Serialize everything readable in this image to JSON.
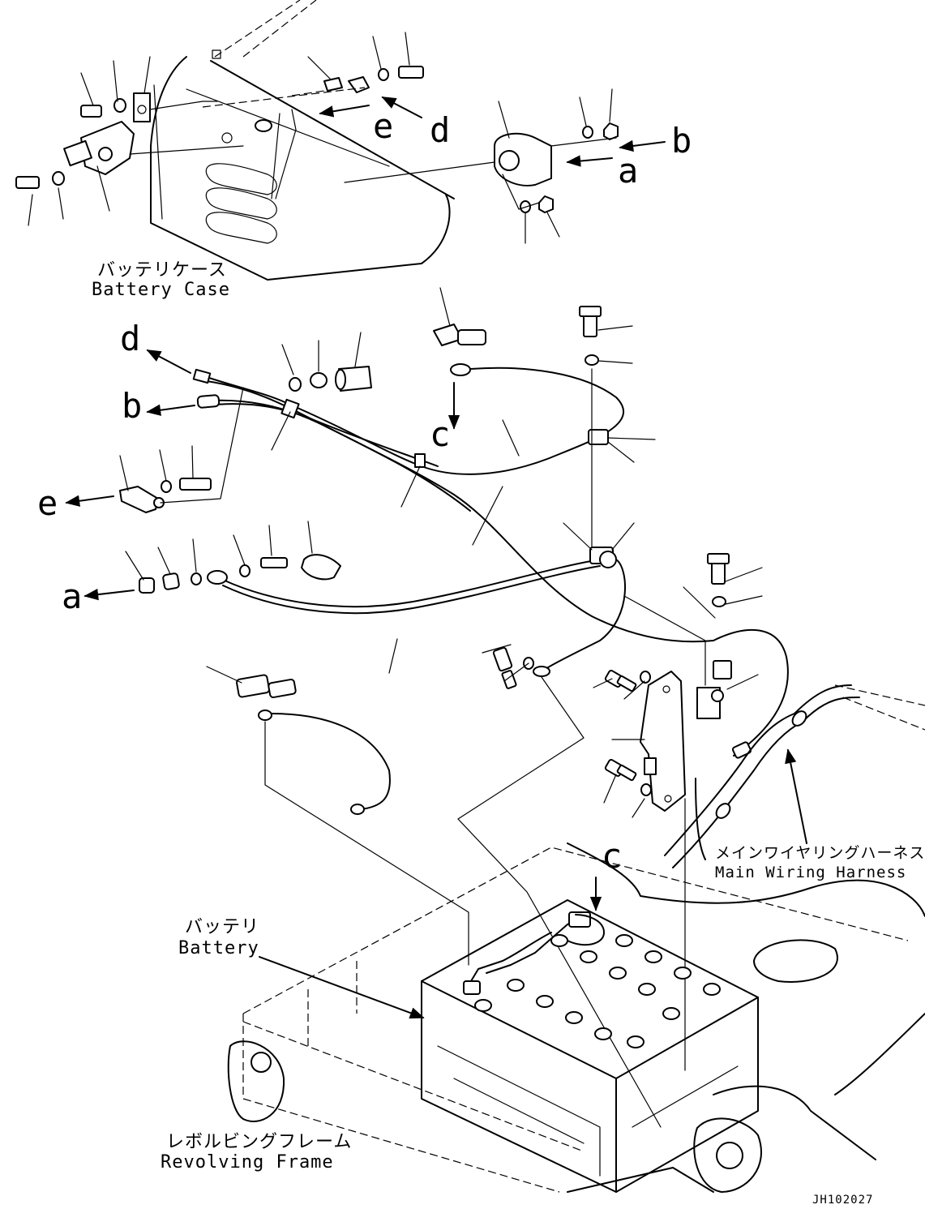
{
  "labels": {
    "battery_case_jp": "バッテリケース",
    "battery_case_en": "Battery Case",
    "main_wiring_harness_jp": "メインワイヤリングハーネス",
    "main_wiring_harness_en": "Main Wiring Harness",
    "battery_jp": "バッテリ",
    "battery_en": "Battery",
    "revolving_frame_jp": "レボルビングフレーム",
    "revolving_frame_en": "Revolving Frame"
  },
  "callouts": {
    "a_top": "a",
    "b_top": "b",
    "d_top": "d",
    "e_top": "e",
    "d_left": "d",
    "b_left": "b",
    "e_left": "e",
    "a_left": "a",
    "c_mid": "c",
    "c_bottom": "c"
  },
  "drawing_code": "JH102027"
}
